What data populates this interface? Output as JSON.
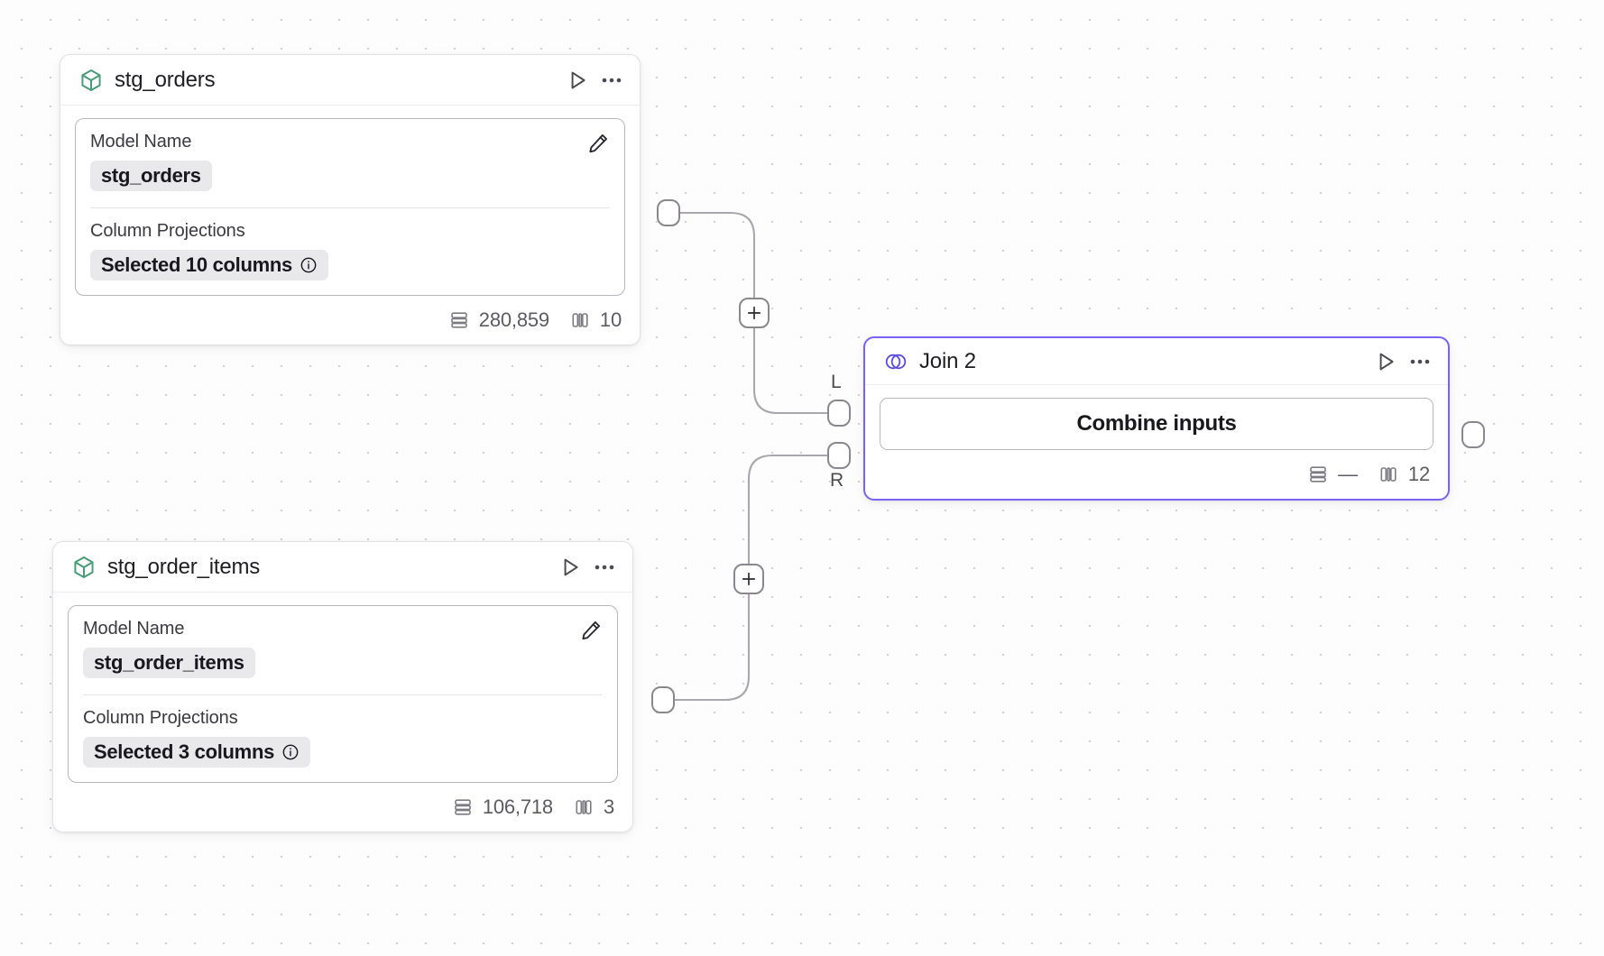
{
  "canvas": {
    "background_color": "#fdfdfd",
    "dot_color": "#d4d2d8",
    "grid_spacing": 32
  },
  "colors": {
    "model_icon_green": "#4a9b78",
    "join_accent_purple": "#7b61f5",
    "chip_background": "#e9e8eb",
    "node_border": "#e3e1e6",
    "edge_stroke": "#a9a7ad"
  },
  "nodes": [
    {
      "id": "stg-orders",
      "title": "stg_orders",
      "icon": "model-cube-icon",
      "header_actions": [
        "run-icon",
        "more-options-icon"
      ],
      "fields": [
        {
          "label": "Model Name",
          "value": "stg_orders",
          "action_icon": "edit-pencil-icon"
        },
        {
          "label": "Column Projections",
          "value": "Selected 10 columns",
          "badge_icon": "info-icon"
        }
      ],
      "stats": {
        "rows_icon": "rows-icon",
        "rows": "280,859",
        "columns_icon": "columns-icon",
        "columns": "10"
      }
    },
    {
      "id": "stg-order-items",
      "title": "stg_order_items",
      "icon": "model-cube-icon",
      "header_actions": [
        "run-icon",
        "more-options-icon"
      ],
      "fields": [
        {
          "label": "Model Name",
          "value": "stg_order_items",
          "action_icon": "edit-pencil-icon"
        },
        {
          "label": "Column Projections",
          "value": "Selected 3 columns",
          "badge_icon": "info-icon"
        }
      ],
      "stats": {
        "rows_icon": "rows-icon",
        "rows": "106,718",
        "columns_icon": "columns-icon",
        "columns": "3"
      }
    },
    {
      "id": "join-2",
      "title": "Join 2",
      "icon": "join-venn-icon",
      "header_actions": [
        "run-icon",
        "more-options-icon"
      ],
      "body_label": "Combine inputs",
      "selected": true,
      "input_handles": [
        "L",
        "R"
      ],
      "stats": {
        "rows_icon": "rows-icon",
        "rows": "—",
        "columns_icon": "columns-icon",
        "columns": "12"
      }
    }
  ],
  "edge_buttons": [
    {
      "id": "add-node-top",
      "label": "+"
    },
    {
      "id": "add-node-bottom",
      "label": "+"
    }
  ]
}
